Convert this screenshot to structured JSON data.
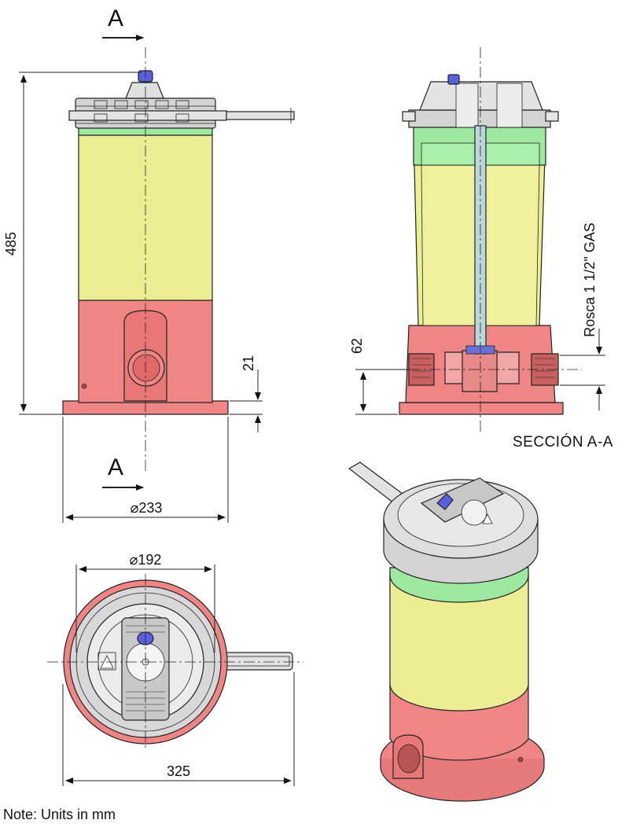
{
  "labels": {
    "section_marker_top": "A",
    "section_marker_bottom": "A",
    "section_title": "SECCIÓN A-A",
    "note": "Note: Units in mm",
    "thread": "Rosca 1 1/2\" GAS"
  },
  "dimensions": {
    "height": "485",
    "inlet_height": "21",
    "base_diameter": "⌀233",
    "top_diameter": "⌀192",
    "overall_width": "325",
    "section_height": "62"
  },
  "colors": {
    "body_yellow": "#ecee94",
    "band_green": "#9fe8a0",
    "base_red": "#ef8585",
    "lid_grey": "#d4d4d4",
    "knob_blue": "#5a5fe0",
    "line": "#222222"
  }
}
